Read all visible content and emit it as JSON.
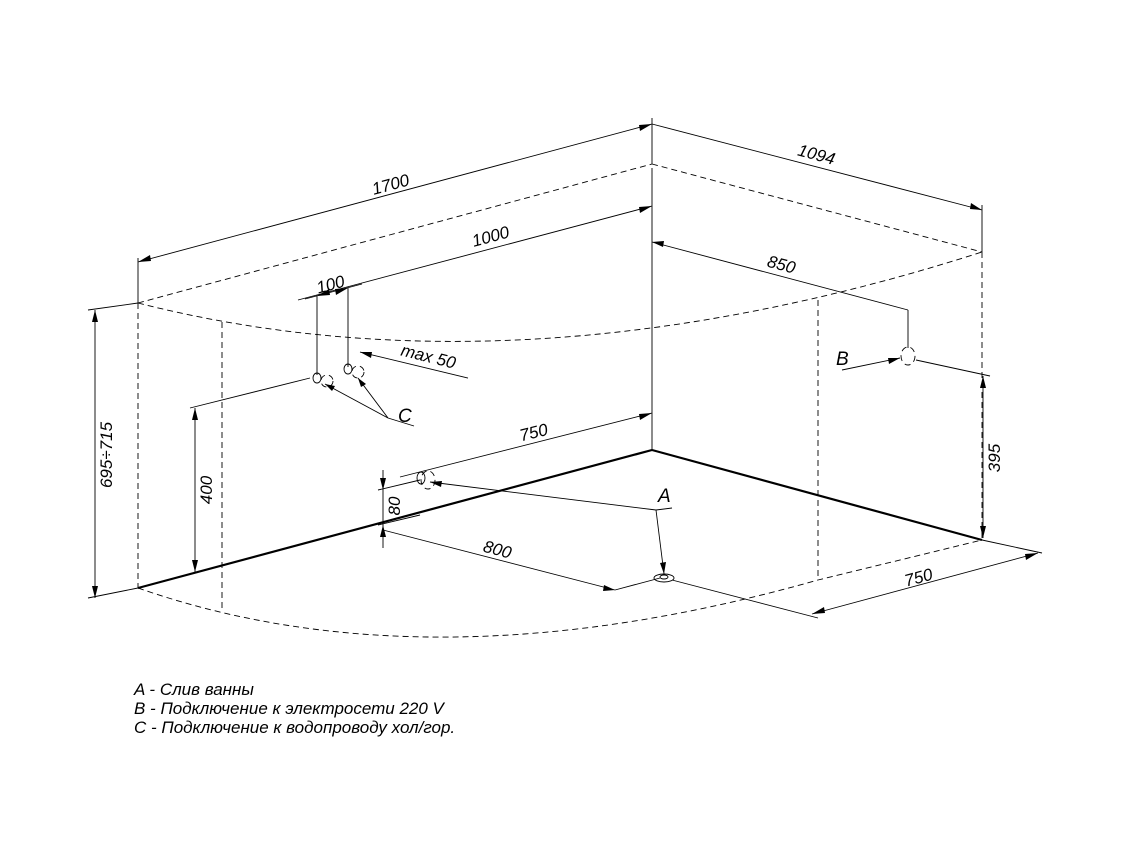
{
  "dimensions": {
    "length": "1700",
    "depth": "1094",
    "drain_distance": "1000",
    "pipe_spacing": "100",
    "pipe_max": "max 50",
    "electric_distance": "850",
    "height_range": "695÷715",
    "pipe_height": "400",
    "electric_height": "395",
    "drain_length": "750",
    "drain_height": "80",
    "drain_offset": "800",
    "width_front": "750"
  },
  "labels": {
    "a": "A",
    "b": "B",
    "c": "C"
  },
  "legend": [
    "A - Слив ванны",
    "B - Подключение к электросети 220 V",
    "C - Подключение к водопроводу хол/гор."
  ]
}
